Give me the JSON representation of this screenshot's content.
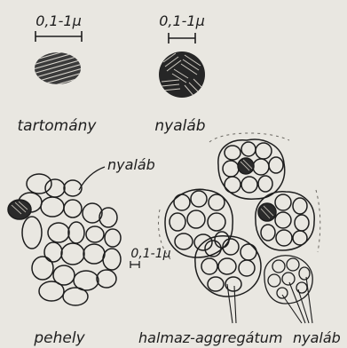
{
  "scale_bars": {
    "domain_scale": "0,1-1μ",
    "bundle_scale": "0,1-1μ",
    "aggregate_scale": "0,1-1μ"
  },
  "labels": {
    "domain": "tartomány",
    "bundle": "nyaláb",
    "flake_bundle_pointer": "nyaláb",
    "flake": "pehely",
    "aggregate": "halmaz-aggregátum",
    "aggregate_bundle": "nyaláb"
  }
}
